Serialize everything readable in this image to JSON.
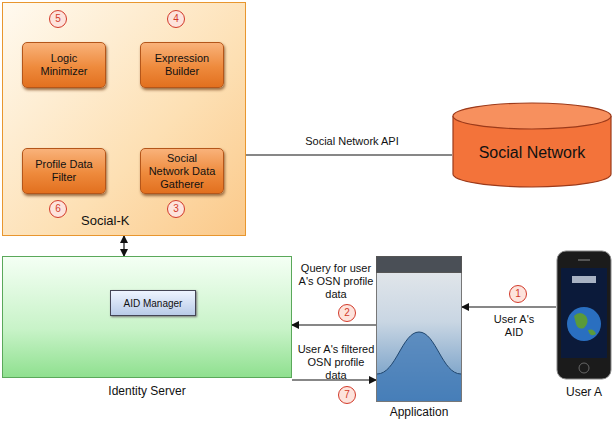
{
  "diagram": {
    "nodes": [
      {
        "text": [
          "Social-K"
        ]
      },
      {
        "text": [
          "Logic Minimizer"
        ],
        "in": 0
      },
      {
        "text": [
          "Expression Builder"
        ],
        "in": 0
      },
      {
        "text": [
          "Profile Data Filter"
        ],
        "in": 0
      },
      {
        "text": [
          "Social Network Data Gatherer"
        ],
        "in": 0
      },
      {
        "text": [
          "Social Network"
        ]
      },
      {
        "text": [
          "Identity Server"
        ]
      },
      {
        "text": [
          "AID Manager"
        ],
        "in": 6
      },
      {
        "text": [
          "Application"
        ]
      },
      {
        "text": [
          "User A"
        ]
      }
    ],
    "edges": [
      {
        "from": 4,
        "to": 2,
        "arrow": "to"
      },
      {
        "from": 2,
        "to": 1,
        "arrow": "to"
      },
      {
        "from": 1,
        "to": 3,
        "arrow": "to"
      },
      {
        "from": 5,
        "to": 4,
        "label": "Social Network API",
        "arrow": "to"
      },
      {
        "from": 0,
        "to": 6,
        "arrow": "both"
      },
      {
        "from": 8,
        "to": 6,
        "label": "Query for user A's OSN profile data",
        "arrow": "to"
      },
      {
        "from": 6,
        "to": 8,
        "label": "User A's filtered OSN profile data",
        "arrow": "to"
      },
      {
        "from": 9,
        "to": 8,
        "label": "User A's AID",
        "arrow": "to"
      }
    ],
    "labels": [
      "5",
      "4",
      "6",
      "3",
      "1",
      "2",
      "7"
    ]
  }
}
